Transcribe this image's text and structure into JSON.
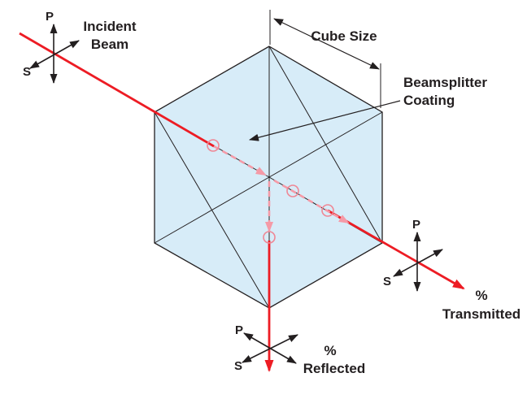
{
  "colors": {
    "background": "#ffffff",
    "line_dark": "#231f20",
    "cube_fill": "#d7ecf8",
    "beam_red": "#ed1c24",
    "beam_faded": "#f59aa7",
    "circle_pink": "#ef8795"
  },
  "labels": {
    "incident_1": "Incident",
    "incident_2": "Beam",
    "cube_size": "Cube Size",
    "coating_1": "Beamsplitter",
    "coating_2": "Coating",
    "transmitted_1": "%",
    "transmitted_2": "Transmitted",
    "reflected_1": "%",
    "reflected_2": "Reflected"
  },
  "axes": {
    "incident": {
      "p": "P",
      "s": "S"
    },
    "transmitted": {
      "p": "P",
      "s": "S"
    },
    "reflected": {
      "p": "P",
      "s": "S"
    }
  }
}
